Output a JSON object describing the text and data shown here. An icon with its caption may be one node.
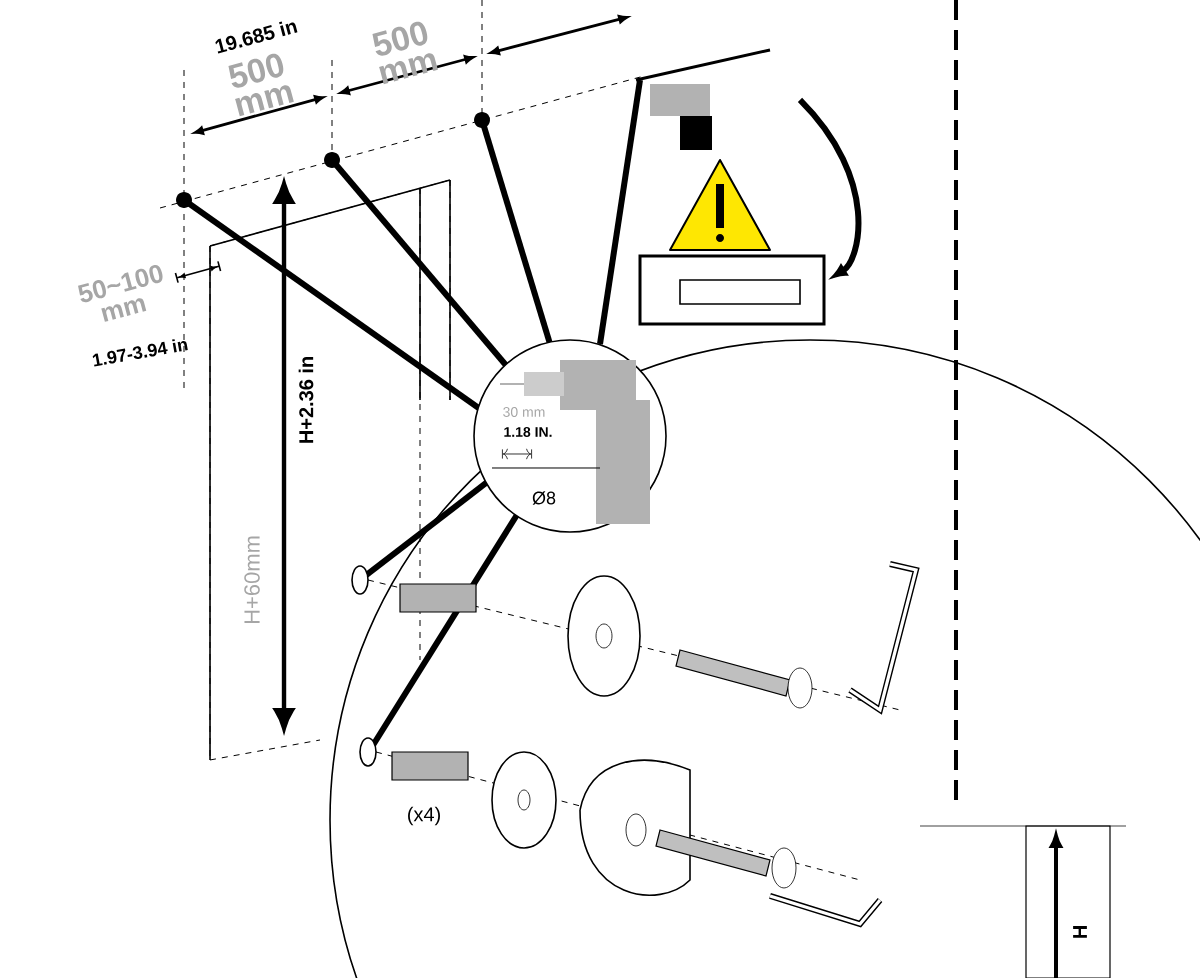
{
  "diagram": {
    "labels": [
      "19.685 in",
      "500 mm",
      "500 mm",
      "50~100 mm",
      "1.97-3.94 in",
      "H+60mm",
      "H+2.36 in",
      "30 mm",
      "1.18 IN.",
      "Ø8",
      "(x4)",
      "H"
    ]
  }
}
